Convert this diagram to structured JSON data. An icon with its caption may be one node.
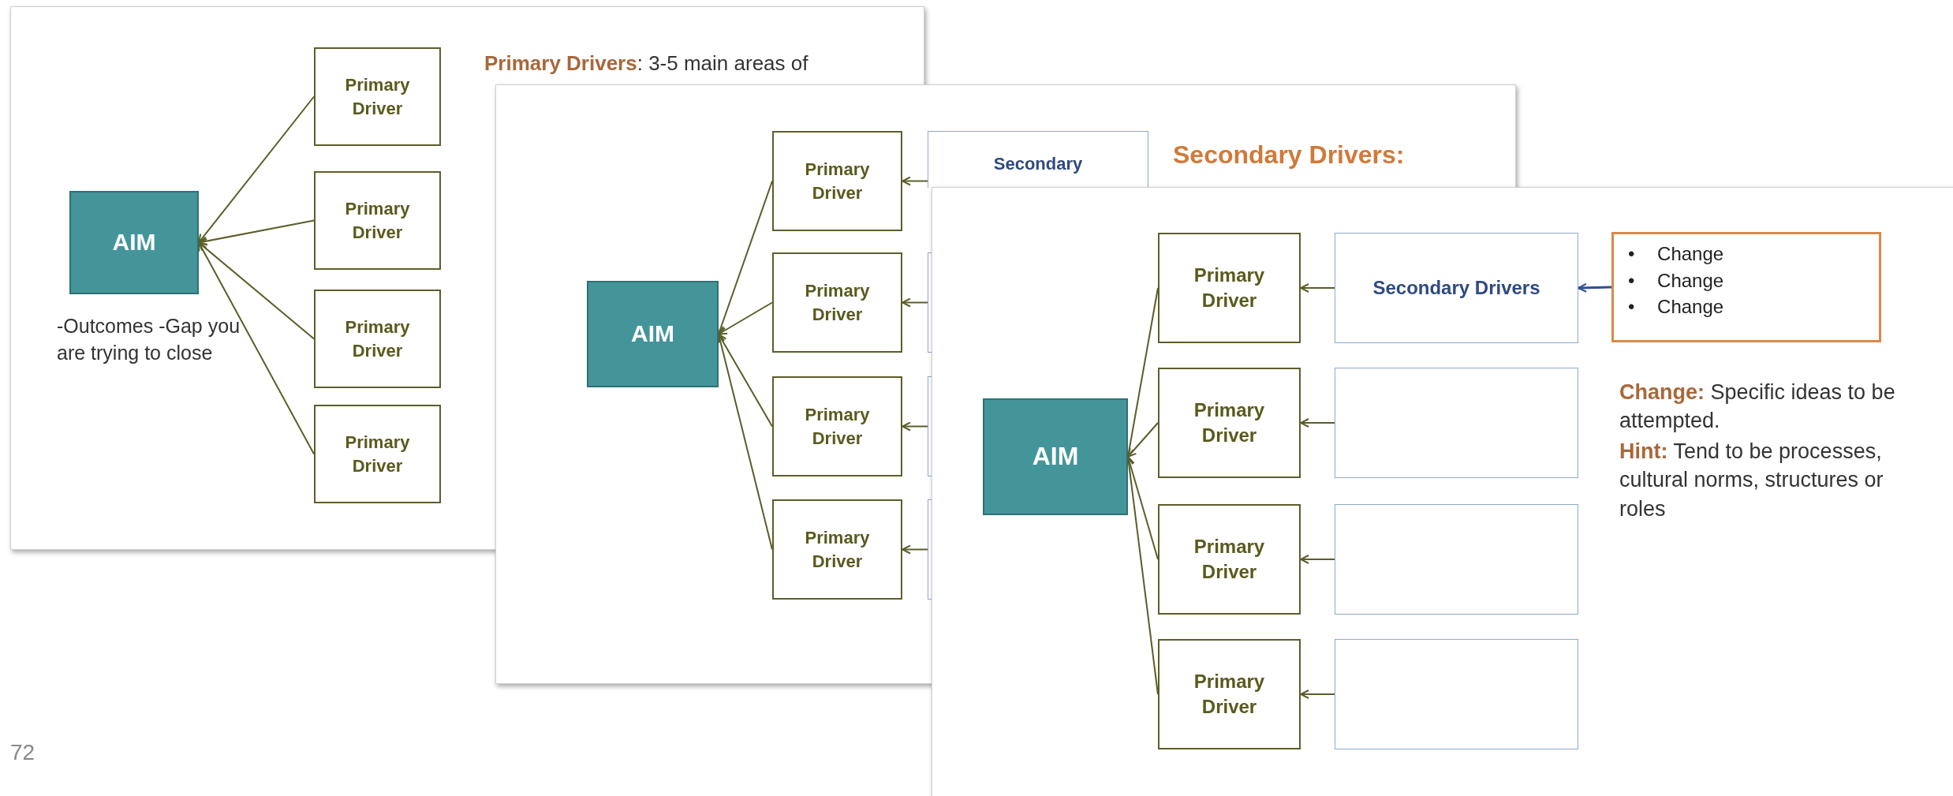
{
  "diagram": {
    "nodes": [
      {
        "text": [
          "AIM"
        ],
        "beside": [
          "-Outcomes -Gap you are trying to close"
        ]
      },
      {
        "text": [
          "Primary Driver"
        ]
      },
      {
        "text": [
          "Primary Driver"
        ]
      },
      {
        "text": [
          "Primary Driver"
        ]
      },
      {
        "text": [
          "Primary Driver"
        ]
      },
      {
        "text": [
          "AIM"
        ]
      },
      {
        "text": [
          "Primary Driver"
        ]
      },
      {
        "text": [
          "Primary Driver"
        ]
      },
      {
        "text": [
          "Primary Driver"
        ]
      },
      {
        "text": [
          "Primary Driver"
        ]
      },
      {
        "text": [
          "Secondary"
        ]
      },
      {
        "text": [],
        "shape": "box"
      },
      {
        "text": [],
        "shape": "box"
      },
      {
        "text": [],
        "shape": "box"
      },
      {
        "text": [
          "AIM"
        ]
      },
      {
        "text": [
          "Primary Driver"
        ]
      },
      {
        "text": [
          "Primary Driver"
        ]
      },
      {
        "text": [
          "Primary Driver"
        ]
      },
      {
        "text": [
          "Primary Driver"
        ]
      },
      {
        "text": [
          "Secondary Drivers"
        ]
      },
      {
        "text": [],
        "shape": "box"
      },
      {
        "text": [],
        "shape": "box"
      },
      {
        "text": [],
        "shape": "box"
      },
      {
        "text": [
          "• Change",
          "• Change",
          "• Change"
        ]
      }
    ],
    "edges": [
      {
        "from": 1,
        "to": 0,
        "arrow": "to"
      },
      {
        "from": 2,
        "to": 0,
        "arrow": "to"
      },
      {
        "from": 3,
        "to": 0,
        "arrow": "to"
      },
      {
        "from": 4,
        "to": 0,
        "arrow": "to"
      },
      {
        "from": 6,
        "to": 5,
        "arrow": "to"
      },
      {
        "from": 7,
        "to": 5,
        "arrow": "to"
      },
      {
        "from": 8,
        "to": 5,
        "arrow": "to"
      },
      {
        "from": 9,
        "to": 5,
        "arrow": "to"
      },
      {
        "from": 10,
        "to": 6,
        "arrow": "to"
      },
      {
        "from": 11,
        "to": 7,
        "arrow": "to"
      },
      {
        "from": 12,
        "to": 8,
        "arrow": "to"
      },
      {
        "from": 13,
        "to": 9,
        "arrow": "to"
      },
      {
        "from": 15,
        "to": 14,
        "arrow": "to"
      },
      {
        "from": 16,
        "to": 14,
        "arrow": "to"
      },
      {
        "from": 17,
        "to": 14,
        "arrow": "to"
      },
      {
        "from": 18,
        "to": 14,
        "arrow": "to"
      },
      {
        "from": 19,
        "to": 15,
        "arrow": "to"
      },
      {
        "from": 20,
        "to": 16,
        "arrow": "to"
      },
      {
        "from": 21,
        "to": 17,
        "arrow": "to"
      },
      {
        "from": 22,
        "to": 18,
        "arrow": "to"
      },
      {
        "from": 23,
        "to": 19,
        "arrow": "to",
        "color": "#2f4f8f"
      }
    ],
    "labels": [
      "**Primary Drivers**: 3-5 main areas of",
      "Secondary Drivers:",
      "**Change:** Specific ideas to be attempted.",
      "**Hint:** Tend to be processes, cultural norms, structures or roles",
      "72"
    ]
  }
}
